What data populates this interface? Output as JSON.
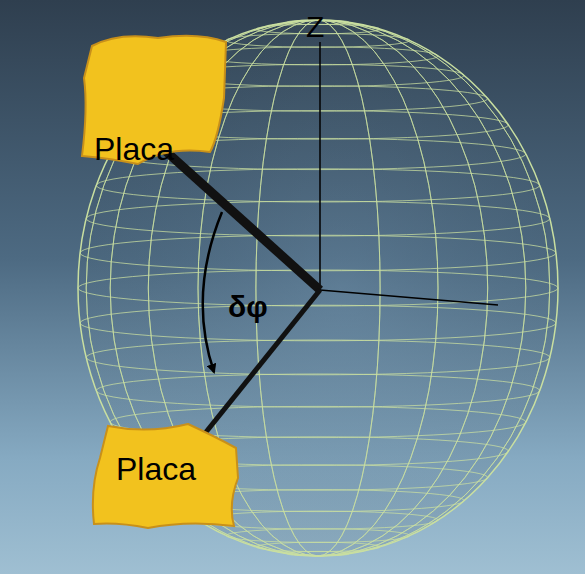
{
  "diagram": {
    "nodes": [
      {
        "text": [
          "Placa"
        ]
      },
      {
        "text": [
          "Placa"
        ]
      }
    ],
    "labels": [
      "Z",
      "δφ"
    ]
  }
}
